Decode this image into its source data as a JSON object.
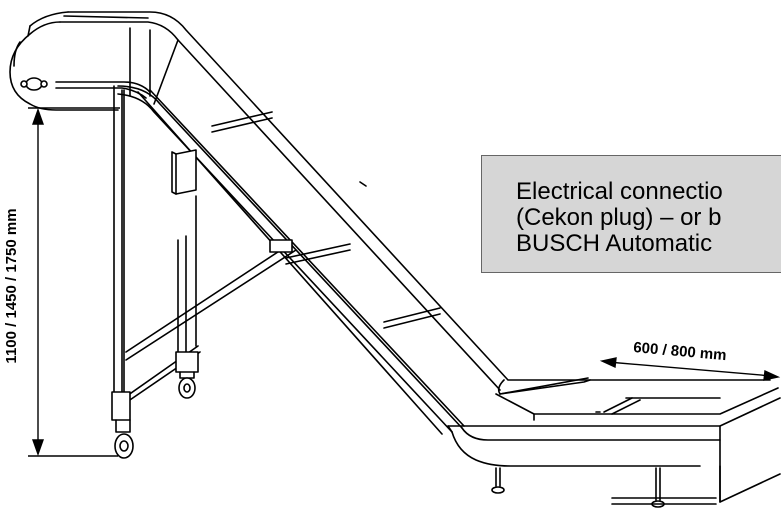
{
  "diagram": {
    "height_dimension_label": "1100 / 1450 / 1750 mm",
    "width_dimension_label": "600 / 800 mm",
    "note_lines": [
      "Electrical connectio",
      "(Cekon plug) – or b",
      "BUSCH Automatic"
    ],
    "colors": {
      "note_background": "#d6d6d6",
      "note_border": "#666666",
      "line": "#000000",
      "fill": "#ffffff"
    }
  }
}
